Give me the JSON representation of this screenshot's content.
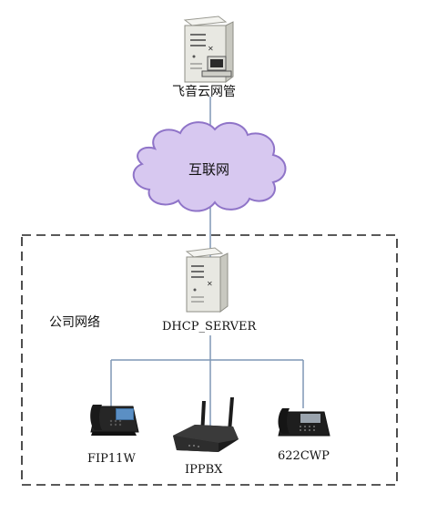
{
  "diagram": {
    "top_server_label": "飞音云网管",
    "cloud_label": "互联网",
    "company_network_label": "公司网络",
    "dhcp_server_label": "DHCP_SERVER",
    "devices": [
      {
        "name": "FIP11W"
      },
      {
        "name": "IPPBX"
      },
      {
        "name": "622CWP"
      }
    ]
  },
  "colors": {
    "link_line": "#7f97b6",
    "cloud_fill": "#d7c8f0",
    "cloud_stroke": "#8f74c8",
    "dashed_border": "#222222",
    "server_body": "#e8e8e2",
    "device_dark": "#1c1c1c"
  }
}
